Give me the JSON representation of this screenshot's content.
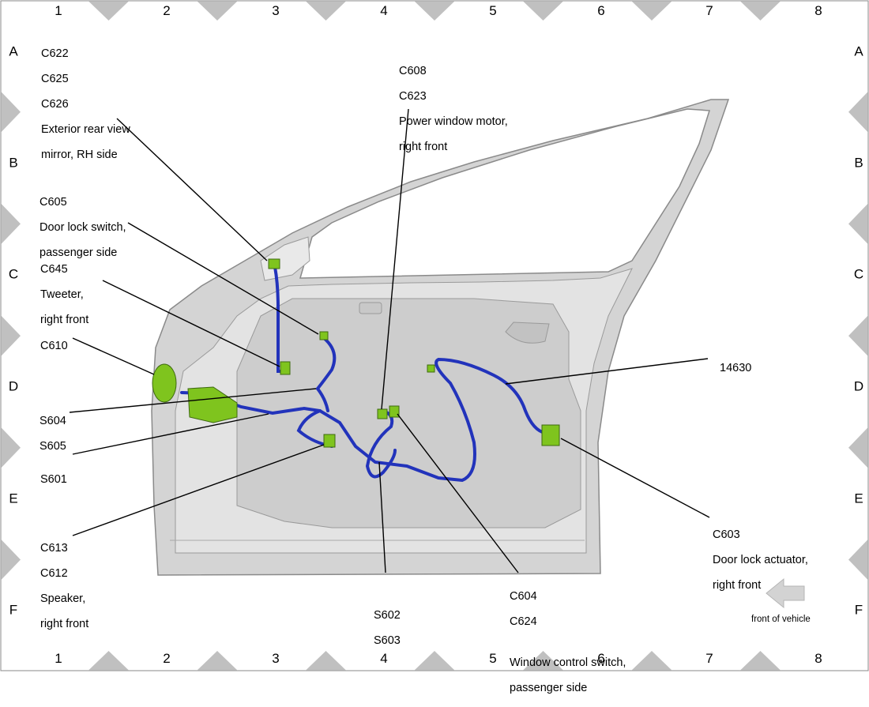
{
  "grid": {
    "columns": [
      "1",
      "2",
      "3",
      "4",
      "5",
      "6",
      "7",
      "8"
    ],
    "rows": [
      "A",
      "B",
      "C",
      "D",
      "E",
      "F"
    ]
  },
  "labels": {
    "mirror": [
      "C622",
      "C625",
      "C626",
      "Exterior rear view",
      "mirror, RH side"
    ],
    "lock_switch": [
      "C605",
      "Door lock switch,",
      "passenger side"
    ],
    "tweeter": [
      "C645",
      "Tweeter,",
      "right front"
    ],
    "c610": [
      "C610"
    ],
    "s604": [
      "S604",
      "S605"
    ],
    "s601": [
      "S601"
    ],
    "speaker": [
      "C613",
      "C612",
      "Speaker,",
      "right front"
    ],
    "window_motor": [
      "C608",
      "C623",
      "Power window motor,",
      "right front"
    ],
    "harness": [
      "14630"
    ],
    "actuator": [
      "C603",
      "Door lock actuator,",
      "right front"
    ],
    "s602": [
      "S602",
      "S603"
    ],
    "window_switch": [
      "C604",
      "C624",
      "Window control switch,",
      "passenger side"
    ]
  },
  "front_of_vehicle": "front of vehicle",
  "colors": {
    "frame": "#ababab",
    "door_fill": "#dcdcdc",
    "door_outline": "#8a8a8a",
    "harness": "#2233bb",
    "connector": "#7fc41e",
    "arrow": "#d3d3d3"
  }
}
